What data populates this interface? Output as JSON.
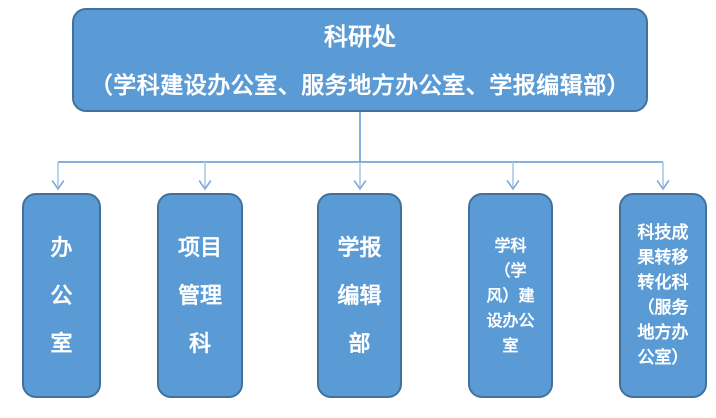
{
  "colors": {
    "box_fill": "#5B9BD5",
    "box_border": "#41719C",
    "line": "#5E96CE",
    "arrow_shaft": "#A9C9E8",
    "arrow_head": "#7FA9D6",
    "text": "#FFFFFF"
  },
  "org_chart": {
    "root": {
      "title": "科研处",
      "subtitle": "（学科建设办公室、服务地方办公室、学报编辑部）"
    },
    "departments": [
      {
        "label": "办\n公\n室"
      },
      {
        "label": "项目\n管理\n科"
      },
      {
        "label": "学报\n编辑\n部"
      },
      {
        "label": "学科\n（学\n风）建\n设办公\n室"
      },
      {
        "label": "科技成\n果转移\n转化科\n（服务\n地方办\n公室）"
      }
    ]
  }
}
